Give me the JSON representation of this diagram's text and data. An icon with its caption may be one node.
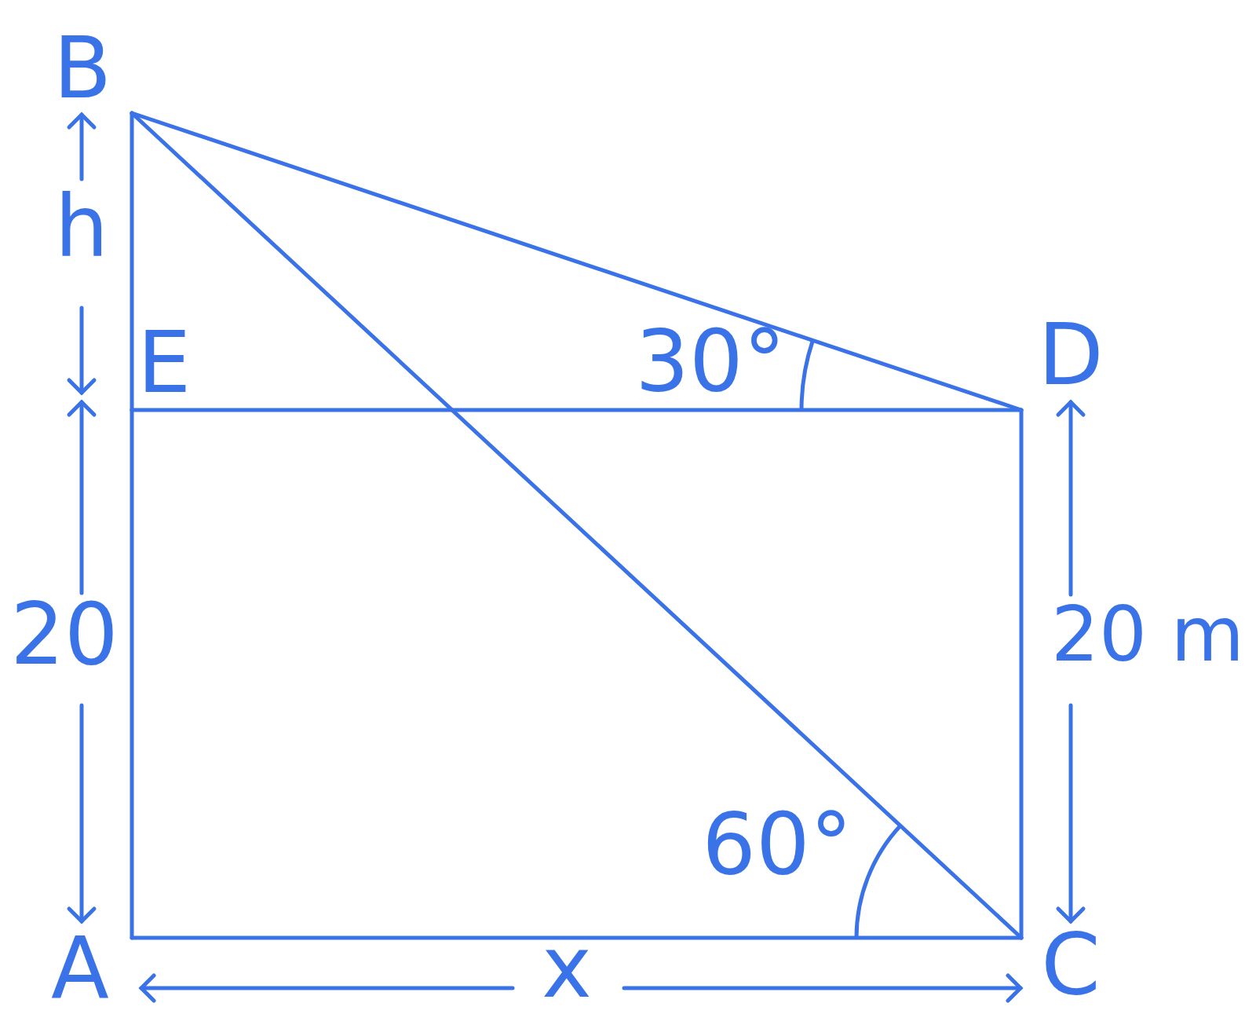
{
  "diagram": {
    "nodes": [
      {
        "text": [
          "B"
        ]
      },
      {
        "text": [
          "E"
        ]
      },
      {
        "text": [
          "D"
        ]
      },
      {
        "text": [
          "A"
        ]
      },
      {
        "text": [
          "C"
        ]
      }
    ],
    "edges": [
      {
        "from": 0,
        "to": 1,
        "arrow": "none"
      },
      {
        "from": 1,
        "to": 3,
        "arrow": "none"
      },
      {
        "from": 1,
        "to": 2,
        "arrow": "none"
      },
      {
        "from": 2,
        "to": 4,
        "arrow": "none"
      },
      {
        "from": 3,
        "to": 4,
        "arrow": "none"
      },
      {
        "from": 0,
        "to": 2,
        "arrow": "none"
      },
      {
        "from": 0,
        "to": 4,
        "arrow": "none"
      }
    ],
    "labels": [
      "h",
      "30°",
      "20",
      "20 m",
      "60°",
      "x"
    ]
  }
}
